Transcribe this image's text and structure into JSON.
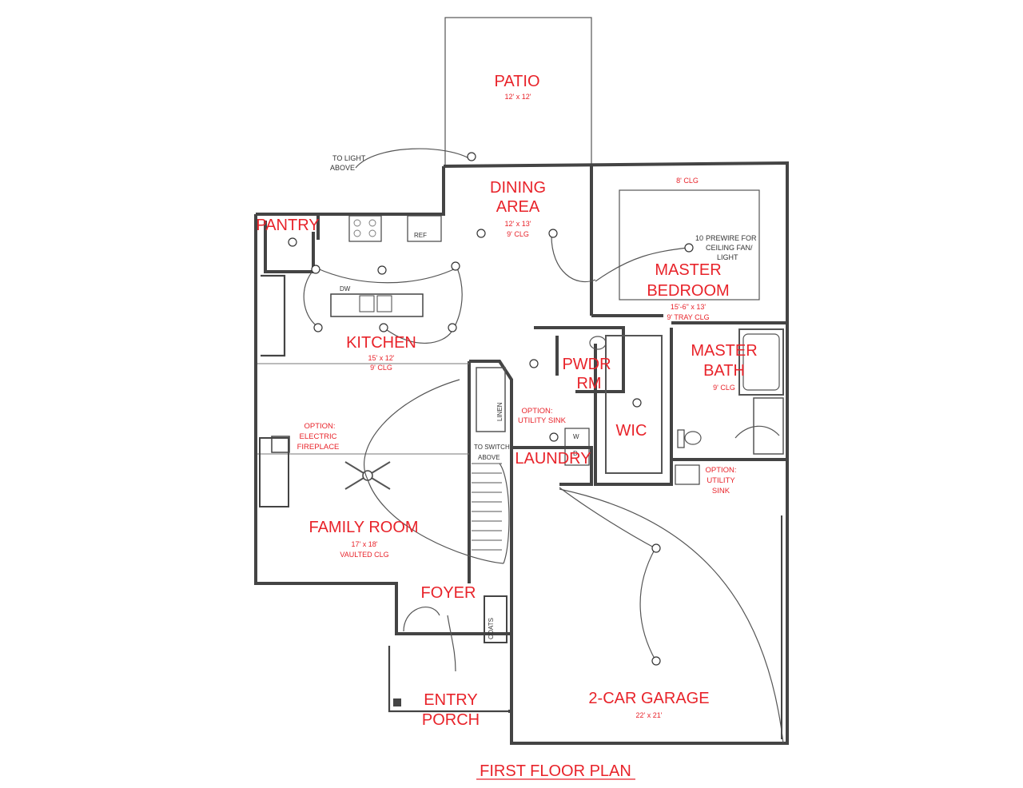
{
  "title": "FIRST FLOOR PLAN",
  "colors": {
    "label": "#e8232a",
    "wall": "#444444"
  },
  "rooms": {
    "patio": {
      "name": "PATIO",
      "dim": "12' x 12'"
    },
    "dining": {
      "name1": "DINING",
      "name2": "AREA",
      "dim": "12' x 13'",
      "clg": "9' CLG"
    },
    "pantry": {
      "name": "PANTRY"
    },
    "kitchen": {
      "name": "KITCHEN",
      "dim": "15' x 12'",
      "clg": "9' CLG"
    },
    "master_bedroom": {
      "name1": "MASTER",
      "name2": "BEDROOM",
      "dim": "15'-6\" x 13'",
      "clg": "9' TRAY CLG",
      "clg_top": "8' CLG"
    },
    "master_bath": {
      "name1": "MASTER",
      "name2": "BATH",
      "clg": "9' CLG"
    },
    "powder": {
      "name1": "PWDR",
      "name2": "RM"
    },
    "wic": {
      "name": "WIC"
    },
    "laundry": {
      "name": "LAUNDRY"
    },
    "family": {
      "name": "FAMILY ROOM",
      "dim": "17' x 18'",
      "clg": "VAULTED CLG"
    },
    "foyer": {
      "name": "FOYER"
    },
    "entry": {
      "name1": "ENTRY",
      "name2": "PORCH"
    },
    "garage": {
      "name": "2-CAR GARAGE",
      "dim": "22' x 21'"
    }
  },
  "notes": {
    "to_light_1": "TO LIGHT",
    "to_light_2": "ABOVE",
    "prewire_1": "PREWIRE FOR",
    "prewire_2": "CEILING FAN/",
    "prewire_3": "LIGHT",
    "fireplace_1": "OPTION:",
    "fireplace_2": "ELECTRIC",
    "fireplace_3": "FIREPLACE",
    "utility_1": "OPTION:",
    "utility_2": "UTILITY",
    "utility_3": "SINK",
    "utility_sink_1": "OPTION:",
    "utility_sink_2": "UTILITY SINK",
    "switch_1": "TO SWITCH",
    "switch_2": "ABOVE",
    "linen": "LINEN",
    "coats": "COATS",
    "ref": "REF",
    "dw": "DW",
    "washer": "W",
    "dryer": "D",
    "fan_num": "10"
  }
}
